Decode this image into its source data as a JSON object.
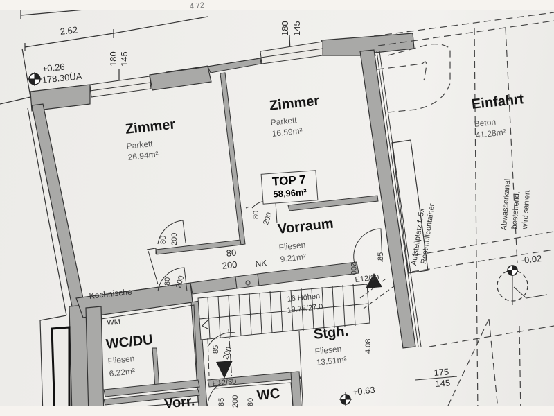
{
  "plan": {
    "unit_label": "TOP 7",
    "unit_area": "58,96m²",
    "colors": {
      "wall_fill": "#a9a9a7",
      "wall_line": "#333333",
      "paper": "#efedea",
      "text": "#1c1c1c"
    }
  },
  "rooms": [
    {
      "name": "Zimmer",
      "floor": "Parkett",
      "area": "26.94m²"
    },
    {
      "name": "Zimmer",
      "floor": "Parkett",
      "area": "16.59m²"
    },
    {
      "name": "Vorraum",
      "floor": "Fliesen",
      "area": "9.21m²"
    },
    {
      "name": "Stgh.",
      "floor": "Fliesen",
      "area": "13.51m²"
    },
    {
      "name": "WC/DU",
      "floor": "Fliesen",
      "area": "6.22m²"
    },
    {
      "name": "Einfahrt",
      "floor": "Beton",
      "area": "41.28m²"
    },
    {
      "name": "Vorr.",
      "floor": "",
      "area": ""
    },
    {
      "name": "WC",
      "floor": "",
      "area": ""
    }
  ],
  "labels": {
    "kochnische": "Kochnische",
    "wm": "WM",
    "nk": "NK",
    "stairs_line1": "16 Höhen",
    "stairs_line2": "18.75/27.0",
    "stair_marker": "E12/30",
    "stair_marker2": "E12/30",
    "aufstell_1": "Aufstellplatz f. 5x",
    "aufstell_2": "Restmüllcontainer",
    "abwasser_1": "Abwasserkanal",
    "abwasser_2": "bestehend,",
    "abwasser_3": "wird saniert"
  },
  "dimensions": {
    "top_total": "4.72",
    "left_width": "2.62",
    "window1_h": "180",
    "window1_b": "145",
    "window2_h": "180",
    "window2_b": "145",
    "door_80_200_a": "80",
    "door_80_200_a2": "200",
    "door_80_200_b": "80",
    "door_80_200_b2": "200",
    "door_80_200_c": "80",
    "door_80_200_c2": "200",
    "nk_top": "80",
    "nk_bottom": "200",
    "door_vorraum_200": "200",
    "door_vorraum_85": "85",
    "door_stgh_85": "85",
    "door_stgh_200": "200",
    "wc_85": "85",
    "wc_200": "200",
    "wc_80": "80",
    "stgh_height": "4.08",
    "right_175": "175",
    "right_145": "145"
  },
  "levels": {
    "level_1_value": "+0.26",
    "level_1_abs": "178.30ÜA",
    "level_2_value": "-0.02",
    "level_3_value": "+0.63"
  }
}
